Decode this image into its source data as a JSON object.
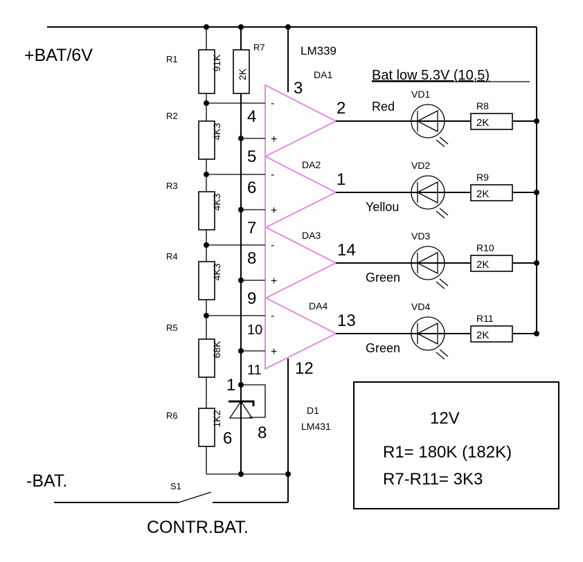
{
  "labels": {
    "bat_plus": "+BAT/6V",
    "bat_minus": "-BAT.",
    "switch": "S1",
    "control": "CONTR.BAT.",
    "ic": "LM339",
    "title": "Bat low 5.3V (10,5)",
    "d1": "D1",
    "d1_part": "LM431"
  },
  "divider": [
    {
      "ref": "R1",
      "value": "91K"
    },
    {
      "ref": "R2",
      "value": "4K3"
    },
    {
      "ref": "R3",
      "value": "4K3"
    },
    {
      "ref": "R4",
      "value": "4K3"
    },
    {
      "ref": "R5",
      "value": "68K"
    },
    {
      "ref": "R6",
      "value": "1K2"
    }
  ],
  "r7": {
    "ref": "R7",
    "value": "2K"
  },
  "comparators": [
    {
      "ref": "DA1",
      "minus_pin": "4",
      "plus_pin": "5",
      "out_pin": "2",
      "led": "VD1",
      "color": "Red",
      "res": "R8",
      "res_value": "2K"
    },
    {
      "ref": "DA2",
      "minus_pin": "6",
      "plus_pin": "7",
      "out_pin": "1",
      "led": "VD2",
      "color": "Yellou",
      "res": "R9",
      "res_value": "2K"
    },
    {
      "ref": "DA3",
      "minus_pin": "8",
      "plus_pin": "9",
      "out_pin": "14",
      "led": "VD3",
      "color": "Green",
      "res": "R10",
      "res_value": "2K"
    },
    {
      "ref": "DA4",
      "minus_pin": "10",
      "plus_pin": "11",
      "out_pin": "13",
      "led": "VD4",
      "color": "Green",
      "res": "R11",
      "res_value": "2K"
    }
  ],
  "pins": {
    "vcc": "3",
    "gnd": "12",
    "d1_k": "1",
    "d1_a": "6",
    "d1_ref": "8"
  },
  "signs": {
    "minus": "-",
    "plus": "+"
  },
  "note": {
    "line1": "12V",
    "line2": "R1= 180K (182K)",
    "line3": "R7-R11= 3K3"
  },
  "colors": {
    "wire": "#000000",
    "opamp": "#e58be5"
  }
}
